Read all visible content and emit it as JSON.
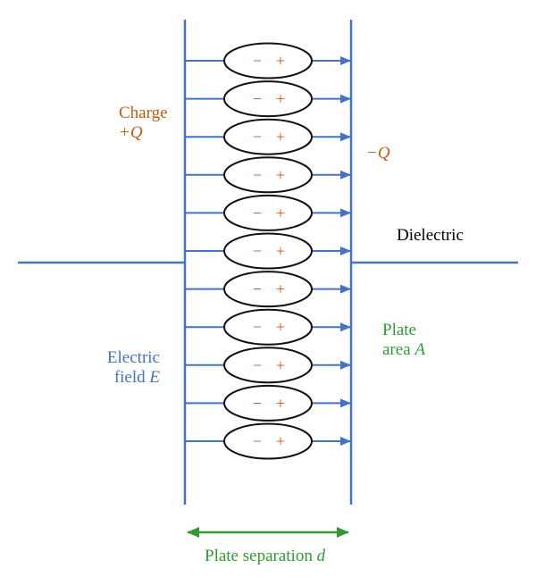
{
  "labels": {
    "charge_text": "Charge",
    "charge_pos": "+Q",
    "charge_neg": "−Q",
    "dielectric": "Dielectric",
    "plate_line1": "Plate",
    "plate_line2_prefix": "area ",
    "plate_line2_var": "A",
    "field_line1": "Electric",
    "field_line2_prefix": "field ",
    "field_line2_var": "E",
    "separation_prefix": "Plate separation ",
    "separation_var": "d"
  },
  "dipole": {
    "neg_sign": "−",
    "pos_sign": "+",
    "count": 11
  },
  "colors": {
    "plate": "#4472c4",
    "charge": "#c55a11",
    "dielectric": "#000000",
    "plate_area": "#339933",
    "field": "#4472c4",
    "separation": "#339933"
  }
}
